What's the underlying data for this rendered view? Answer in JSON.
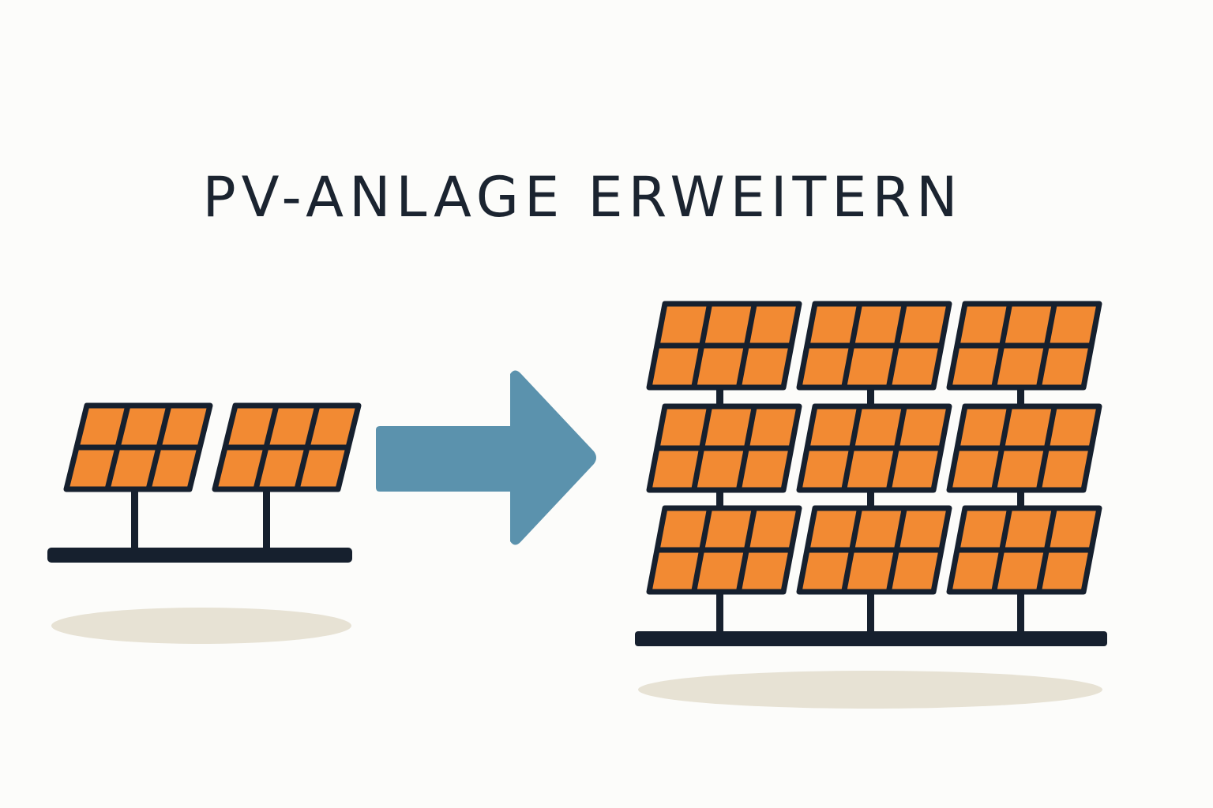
{
  "title": "PV-ANLAGE ERWEITERN",
  "colors": {
    "background": "#fcfcfa",
    "panel_fill": "#f28a33",
    "panel_frame": "#16202e",
    "arrow": "#5b92ad",
    "shadow": "#e7e2d4",
    "text": "#1b2430"
  },
  "icons": {
    "before": "small-solar-array-icon",
    "transition": "right-arrow-icon",
    "after": "large-solar-array-icon"
  },
  "before_array": {
    "rows": 1,
    "columns": 2
  },
  "after_array": {
    "rows": 3,
    "columns": 3
  }
}
